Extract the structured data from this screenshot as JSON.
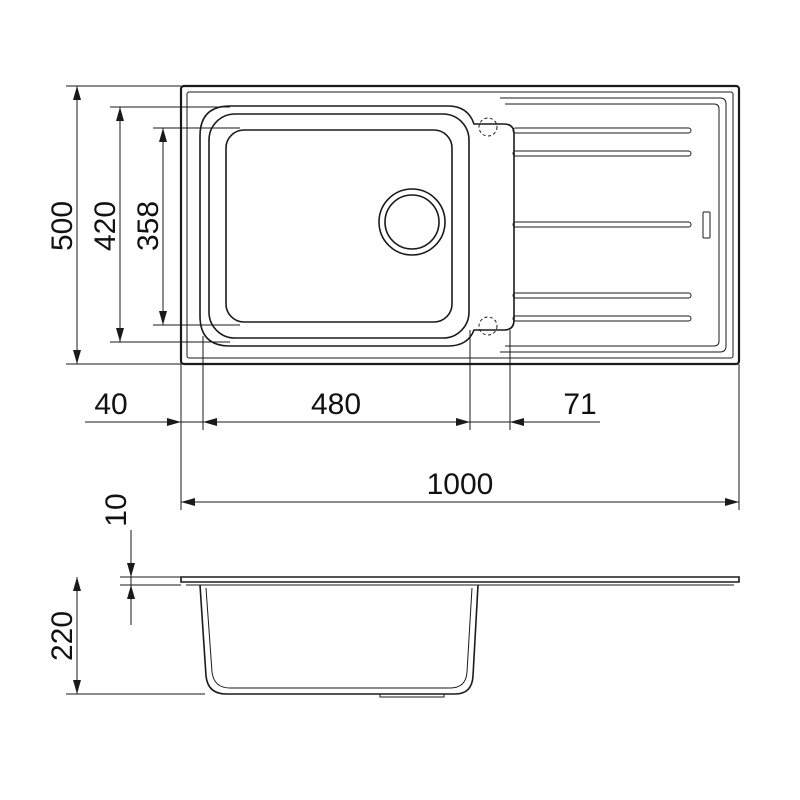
{
  "dimensions": {
    "overall_depth": "500",
    "outer_bowl_depth": "420",
    "inner_bowl_depth": "358",
    "left_margin": "40",
    "bowl_width": "480",
    "drainer_gap": "71",
    "overall_width": "1000",
    "rim_thickness": "10",
    "bowl_height": "220"
  },
  "colors": {
    "line": "#1a1a1a",
    "background": "#ffffff"
  }
}
